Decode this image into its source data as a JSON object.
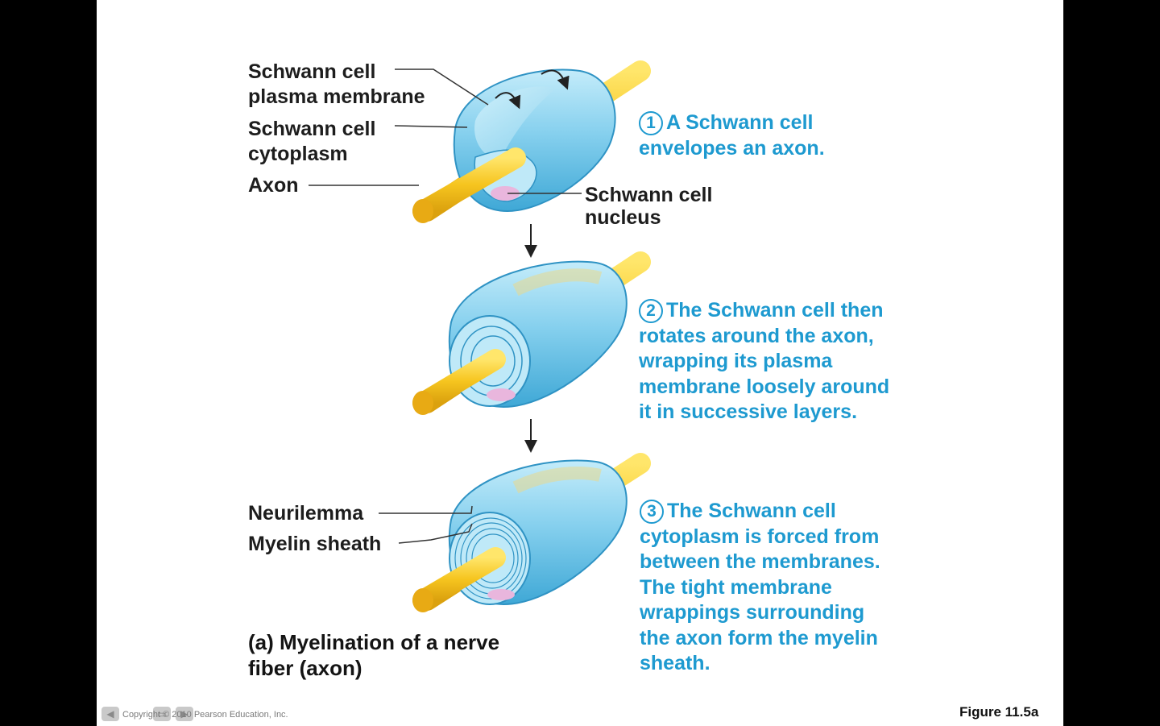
{
  "labels": {
    "plasma_membrane": [
      "Schwann cell",
      "plasma membrane"
    ],
    "cytoplasm": [
      "Schwann cell",
      "cytoplasm"
    ],
    "axon": "Axon",
    "nucleus": [
      "Schwann cell",
      "nucleus"
    ],
    "neurilemma": "Neurilemma",
    "myelin_sheath": "Myelin sheath"
  },
  "steps": [
    {
      "number": "1",
      "lines": [
        "A Schwann cell",
        "envelopes an axon."
      ]
    },
    {
      "number": "2",
      "lines": [
        "The Schwann cell then",
        "rotates around the axon,",
        "wrapping its plasma",
        "membrane loosely around",
        "it in successive layers."
      ]
    },
    {
      "number": "3",
      "lines": [
        "The Schwann cell",
        "cytoplasm is forced from",
        "between the membranes.",
        "The tight membrane",
        "wrappings surrounding",
        "the axon form the myelin",
        "sheath."
      ]
    }
  ],
  "caption": [
    "(a) Myelination of a nerve",
    "fiber (axon)"
  ],
  "figure_number": "Figure 11.5a",
  "copyright": "Copyright © 2010 Pearson Education, Inc.",
  "colors": {
    "step_text": "#1e9ad0",
    "axon": "#f2c31c",
    "schwann_cell": "#8fd3ee",
    "nucleus": "#e9b6dd"
  },
  "icons": [
    "arrow-down-icon",
    "curved-arrow-icon",
    "slide-nav-prev-icon",
    "slide-nav-next-icon"
  ]
}
